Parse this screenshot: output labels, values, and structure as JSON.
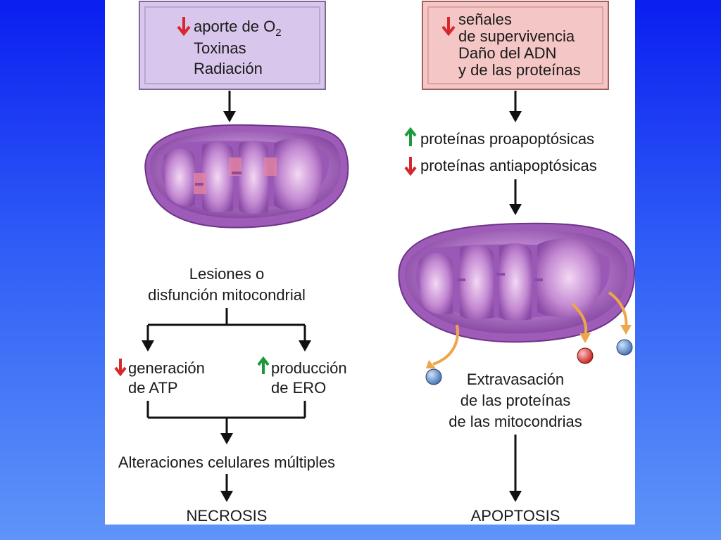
{
  "left_column": {
    "causes_box": {
      "line1": "aporte de O",
      "line1_sub": "2",
      "line2": "Toxinas",
      "line3": "Radiación",
      "fill": "#d8c6ec"
    },
    "injury_line1": "Lesiones o",
    "injury_line2": "disfunción mitocondrial",
    "branch_left_line1": "generación",
    "branch_left_line2": "de ATP",
    "branch_right_line1": "producción",
    "branch_right_line2": "de ERO",
    "alterations": "Alteraciones celulares múltiples",
    "outcome": "NECROSIS"
  },
  "right_column": {
    "signals_box": {
      "line1": "señales",
      "line2": "de supervivencia",
      "line3": "Daño del ADN",
      "line4": "y de las proteínas",
      "fill": "#f5c6c6"
    },
    "pro_apoptotic": "proteínas proapoptósicas",
    "anti_apoptotic": "proteínas antiapoptósicas",
    "leak_line1": "Extravasación",
    "leak_line2": "de las proteínas",
    "leak_line3": "de las mitocondrias",
    "outcome": "APOPTOSIS"
  },
  "colors": {
    "arrow_down": "#d7262c",
    "arrow_up": "#1a9a3c",
    "mito_outer": "#b783c9",
    "mito_inner": "#8e4fa8",
    "release_arrow": "#eea64a",
    "ball_blue": "#4f7fc0",
    "ball_red": "#d92d2d"
  },
  "icons": [
    "decrease-arrow-icon",
    "increase-arrow-icon",
    "mitochondrion-icon",
    "protein-ball-icon"
  ]
}
